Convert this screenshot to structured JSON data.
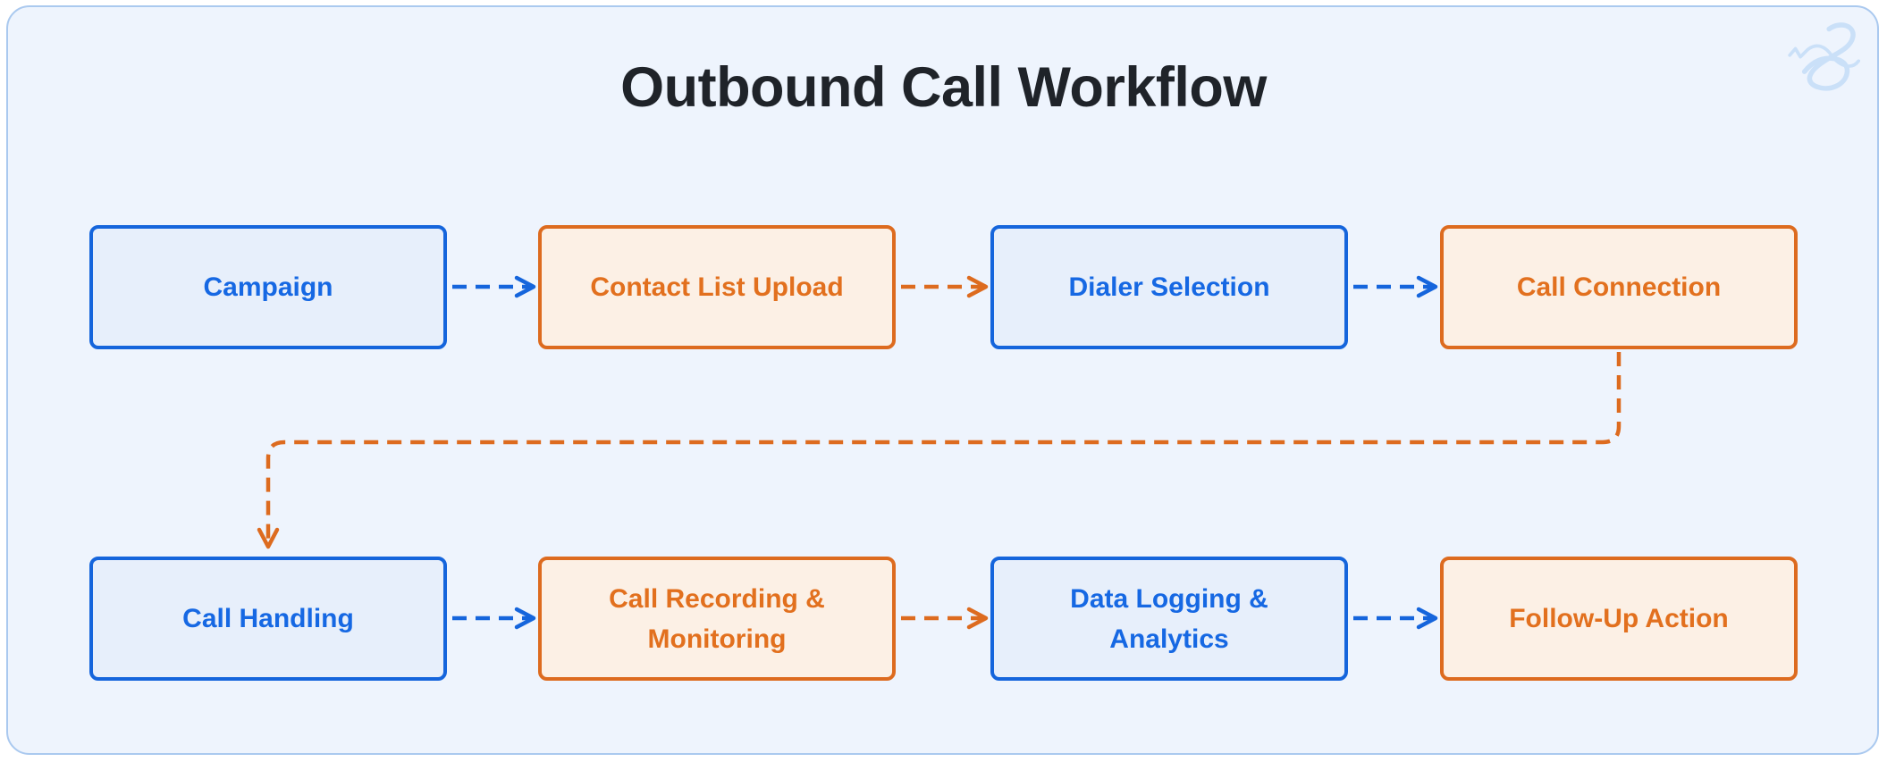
{
  "page": {
    "title": "Outbound Call Workflow"
  },
  "watermark": {
    "icon": "script-s-flourish",
    "color": "#c7def8"
  },
  "colors": {
    "canvas_background": "#ffffff",
    "frame_background": "#eef4fd",
    "frame_border": "#aac9ef",
    "title_text": "#1f2329",
    "blue_border": "#1565dc",
    "blue_text": "#1668e3",
    "blue_fill": "#e7effb",
    "orange_border": "#dd6b1f",
    "orange_text": "#e2701e",
    "orange_fill": "#fcf0e5"
  },
  "diagram": {
    "nodes": [
      {
        "id": "campaign",
        "label": "Campaign",
        "color": "blue",
        "row": 1,
        "col": 1
      },
      {
        "id": "contact-list-upload",
        "label": "Contact List Upload",
        "color": "orange",
        "row": 1,
        "col": 2
      },
      {
        "id": "dialer-selection",
        "label": "Dialer Selection",
        "color": "blue",
        "row": 1,
        "col": 3
      },
      {
        "id": "call-connection",
        "label": "Call Connection",
        "color": "orange",
        "row": 1,
        "col": 4
      },
      {
        "id": "call-handling",
        "label": "Call Handling",
        "color": "blue",
        "row": 2,
        "col": 1
      },
      {
        "id": "call-recording-monitoring",
        "label": "Call Recording & Monitoring",
        "color": "orange",
        "row": 2,
        "col": 2
      },
      {
        "id": "data-logging-analytics",
        "label": "Data Logging & Analytics",
        "color": "blue",
        "row": 2,
        "col": 3
      },
      {
        "id": "follow-up-action",
        "label": "Follow-Up Action",
        "color": "orange",
        "row": 2,
        "col": 4
      }
    ],
    "connectors": [
      {
        "from": "campaign",
        "to": "contact-list-upload",
        "color": "blue",
        "style": "dashed-arrow"
      },
      {
        "from": "contact-list-upload",
        "to": "dialer-selection",
        "color": "orange",
        "style": "dashed-arrow"
      },
      {
        "from": "dialer-selection",
        "to": "call-connection",
        "color": "blue",
        "style": "dashed-arrow"
      },
      {
        "from": "call-connection",
        "to": "call-handling",
        "color": "orange",
        "style": "dashed-elbow-arrow"
      },
      {
        "from": "call-handling",
        "to": "call-recording-monitoring",
        "color": "blue",
        "style": "dashed-arrow"
      },
      {
        "from": "call-recording-monitoring",
        "to": "data-logging-analytics",
        "color": "orange",
        "style": "dashed-arrow"
      },
      {
        "from": "data-logging-analytics",
        "to": "follow-up-action",
        "color": "blue",
        "style": "dashed-arrow"
      }
    ]
  }
}
